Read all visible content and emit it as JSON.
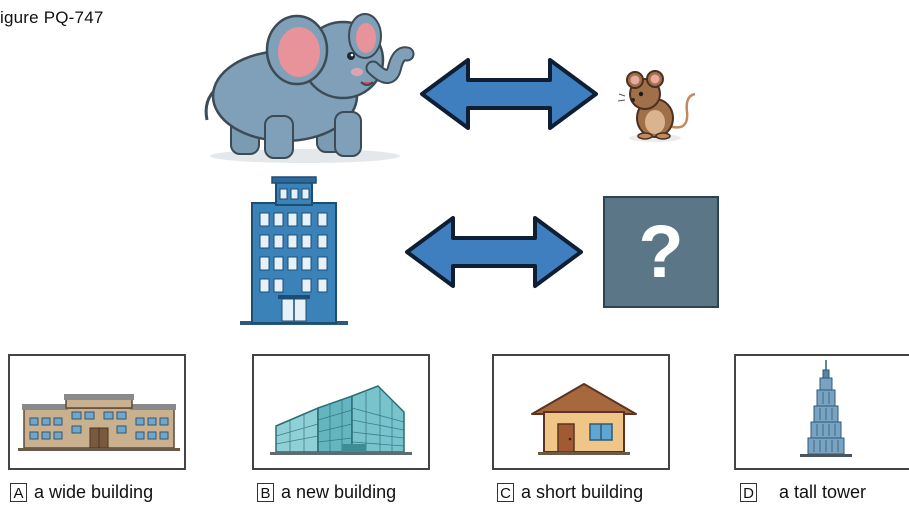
{
  "figure_label": "igure PQ-747",
  "question_mark": "?",
  "options": [
    {
      "letter": "A",
      "text": "a wide building"
    },
    {
      "letter": "B",
      "text": "a new building"
    },
    {
      "letter": "C",
      "text": "a short building"
    },
    {
      "letter": "D",
      "text": "a tall tower"
    }
  ],
  "colors": {
    "arrow_fill": "#3f7fc0",
    "arrow_stroke": "#0f1e33",
    "question_box": "#5b7687",
    "elephant": "#7fa0b8",
    "mouse": "#a0704a",
    "building_blue": "#3b82b8"
  }
}
